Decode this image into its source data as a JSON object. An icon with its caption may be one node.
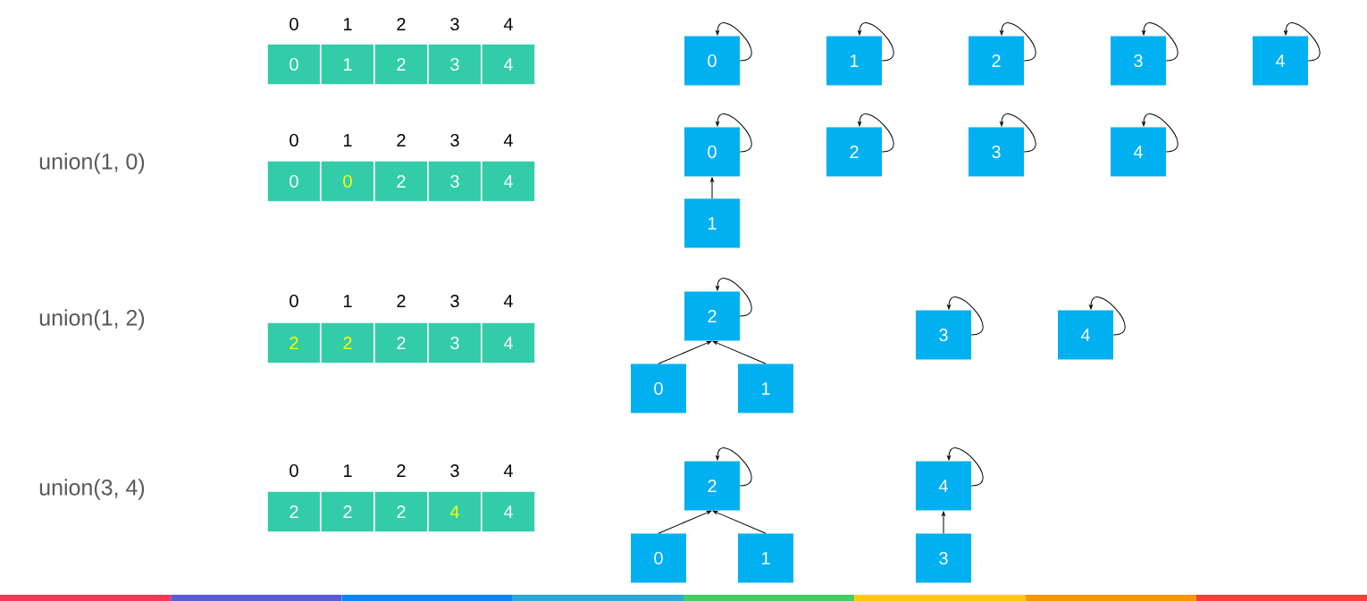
{
  "diagram": {
    "nodes": [
      {
        "text": [
          "0"
        ]
      },
      {
        "text": [
          "1"
        ]
      },
      {
        "text": [
          "2"
        ]
      },
      {
        "text": [
          "3"
        ]
      },
      {
        "text": [
          "4"
        ]
      },
      {
        "text": [
          "0"
        ]
      },
      {
        "text": [
          "1"
        ]
      },
      {
        "text": [
          "2"
        ]
      },
      {
        "text": [
          "3"
        ]
      },
      {
        "text": [
          "4"
        ]
      },
      {
        "text": [
          "0"
        ]
      },
      {
        "text": [
          "0"
        ]
      },
      {
        "text": [
          "2"
        ]
      },
      {
        "text": [
          "3"
        ]
      },
      {
        "text": [
          "4"
        ]
      },
      {
        "text": [
          "0"
        ]
      },
      {
        "text": [
          "2"
        ]
      },
      {
        "text": [
          "3"
        ]
      },
      {
        "text": [
          "4"
        ]
      },
      {
        "text": [
          "1"
        ]
      },
      {
        "text": [
          "2"
        ]
      },
      {
        "text": [
          "2"
        ]
      },
      {
        "text": [
          "2"
        ]
      },
      {
        "text": [
          "3"
        ]
      },
      {
        "text": [
          "4"
        ]
      },
      {
        "text": [
          "2"
        ]
      },
      {
        "text": [
          "3"
        ]
      },
      {
        "text": [
          "4"
        ]
      },
      {
        "text": [
          "0"
        ]
      },
      {
        "text": [
          "1"
        ]
      },
      {
        "text": [
          "2"
        ]
      },
      {
        "text": [
          "2"
        ]
      },
      {
        "text": [
          "2"
        ]
      },
      {
        "text": [
          "4"
        ]
      },
      {
        "text": [
          "4"
        ]
      },
      {
        "text": [
          "2"
        ]
      },
      {
        "text": [
          "4"
        ]
      },
      {
        "text": [
          "0"
        ]
      },
      {
        "text": [
          "1"
        ]
      },
      {
        "text": [
          "3"
        ]
      }
    ],
    "edges": [
      {
        "from": 5,
        "to": 5,
        "arrow": "to"
      },
      {
        "from": 6,
        "to": 6,
        "arrow": "to"
      },
      {
        "from": 7,
        "to": 7,
        "arrow": "to"
      },
      {
        "from": 8,
        "to": 8,
        "arrow": "to"
      },
      {
        "from": 9,
        "to": 9,
        "arrow": "to"
      },
      {
        "from": 15,
        "to": 15,
        "arrow": "to"
      },
      {
        "from": 16,
        "to": 16,
        "arrow": "to"
      },
      {
        "from": 17,
        "to": 17,
        "arrow": "to"
      },
      {
        "from": 18,
        "to": 18,
        "arrow": "to"
      },
      {
        "from": 19,
        "to": 15,
        "arrow": "to"
      },
      {
        "from": 25,
        "to": 25,
        "arrow": "to"
      },
      {
        "from": 26,
        "to": 26,
        "arrow": "to"
      },
      {
        "from": 27,
        "to": 27,
        "arrow": "to"
      },
      {
        "from": 28,
        "to": 25,
        "arrow": "to"
      },
      {
        "from": 29,
        "to": 25,
        "arrow": "to"
      },
      {
        "from": 35,
        "to": 35,
        "arrow": "to"
      },
      {
        "from": 36,
        "to": 36,
        "arrow": "to"
      },
      {
        "from": 37,
        "to": 35,
        "arrow": "to"
      },
      {
        "from": 38,
        "to": 35,
        "arrow": "to"
      },
      {
        "from": 39,
        "to": 36,
        "arrow": "to"
      }
    ],
    "labels": [
      "0",
      "1",
      "2",
      "3",
      "4",
      "0",
      "1",
      "2",
      "3",
      "4",
      "union(1, 0)",
      "0",
      "1",
      "2",
      "3",
      "4",
      "union(1, 2)",
      "0",
      "1",
      "2",
      "3",
      "4",
      "union(3, 4)"
    ]
  }
}
